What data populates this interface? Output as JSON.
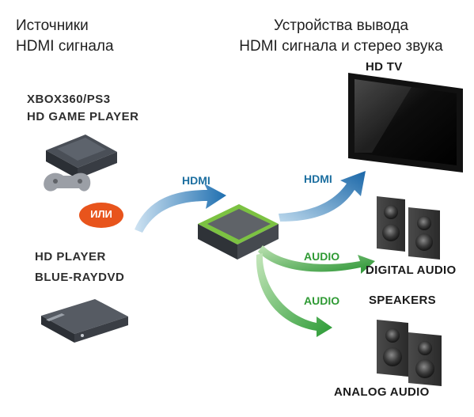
{
  "header": {
    "sources_title": [
      "Источники",
      "HDMI сигнала"
    ],
    "outputs_title": [
      "Устройства вывода",
      "HDMI сигнала и стерео звука"
    ]
  },
  "sources": {
    "console_label": [
      "XBOX360/PS3",
      "HD GAME PLAYER"
    ],
    "or_label": "ИЛИ",
    "player_label": [
      "HD PLAYER",
      "BLUE-RAYDVD"
    ]
  },
  "connections": {
    "hdmi_in": "HDMI",
    "hdmi_out": "HDMI",
    "audio_digital": "AUDIO",
    "audio_analog": "AUDIO"
  },
  "outputs": {
    "tv_label": "HD TV",
    "digital_label": "DIGITAL AUDIO",
    "speakers_label": "SPEAKERS",
    "analog_label": "ANALOG AUDIO"
  },
  "colors": {
    "hdmi_arrow": "#1f77b4",
    "audio_arrow": "#2e9a35",
    "or_badge": "#e8541c",
    "hub_accent": "#7cc242"
  }
}
